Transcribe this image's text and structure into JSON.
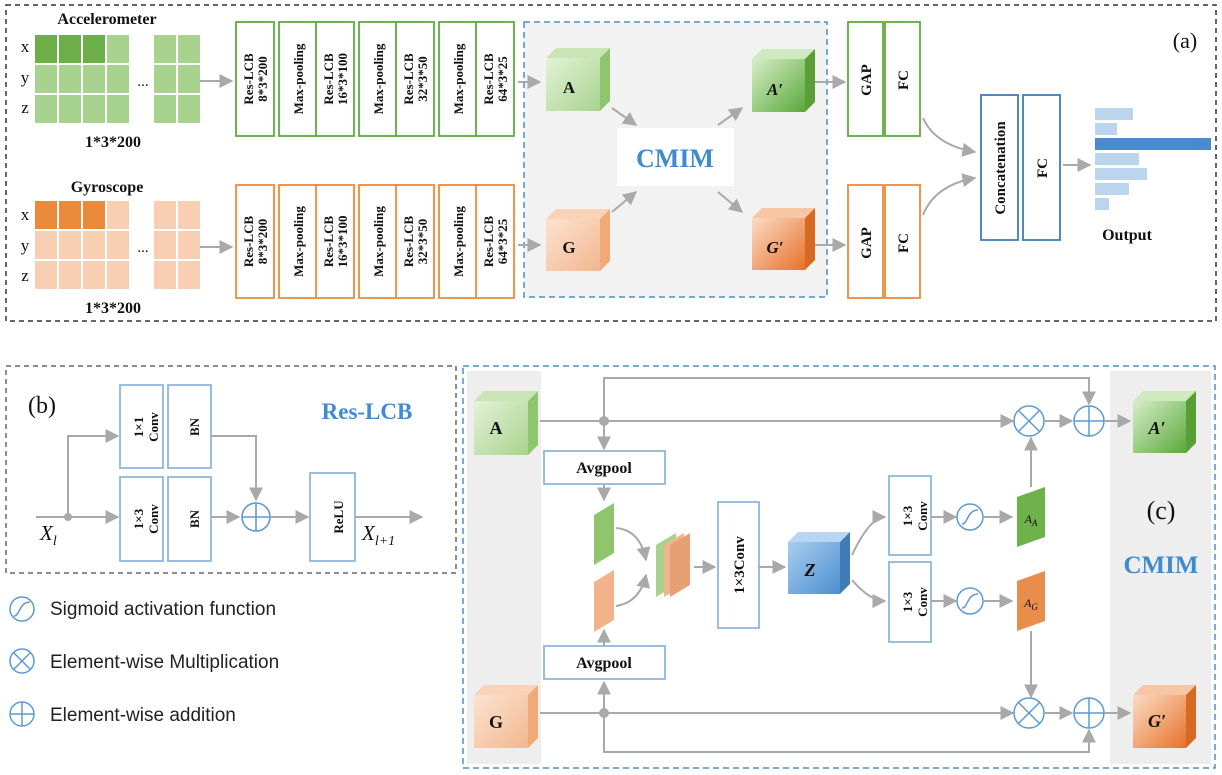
{
  "panel_a": {
    "label": "(a)",
    "acc_title": "Accelerometer",
    "gyro_title": "Gyroscope",
    "axes": [
      "x",
      "y",
      "z"
    ],
    "ellipsis": "...",
    "input_shape": "1*3*200",
    "acc_blocks": [
      "Res-LCB 8*3*200",
      "Max-pooling",
      "Res-LCB 16*3*100",
      "Max-pooling",
      "Res-LCB 32*3*50",
      "Max-pooling",
      "Res-LCB 64*3*25"
    ],
    "gyro_blocks": [
      "Res-LCB 8*3*200",
      "Max-pooling",
      "Res-LCB 16*3*100",
      "Max-pooling",
      "Res-LCB 32*3*50",
      "Max-pooling",
      "Res-LCB 64*3*25"
    ],
    "cmim_label": "CMIM",
    "cube_a": "A",
    "cube_g": "G",
    "cube_a_prime": "A′",
    "cube_g_prime": "G′",
    "gap": "GAP",
    "fc": "FC",
    "concat": "Concatenation",
    "output": "Output"
  },
  "panel_b": {
    "label": "(b)",
    "title": "Res-LCB",
    "conv1": "1×1 Conv",
    "conv3": "1×3 Conv",
    "bn": "BN",
    "relu": "ReLU",
    "x_in": "X",
    "x_in_sub": "l",
    "x_out": "X",
    "x_out_sub": "l+1"
  },
  "legend": {
    "sigmoid": "Sigmoid activation function",
    "mult": "Element-wise Multiplication",
    "add": "Element-wise addition"
  },
  "panel_c": {
    "label": "(c)",
    "title": "CMIM",
    "cube_a": "A",
    "cube_g": "G",
    "cube_z": "Z",
    "cube_a_prime": "A′",
    "cube_g_prime": "G′",
    "avgpool": "Avgpool",
    "conv13": "1×3Conv",
    "conv13_small": "1×3 Conv",
    "a_a": "A",
    "a_a_sub": "A",
    "a_g": "A",
    "a_g_sub": "G"
  },
  "colors": {
    "green": "#5faa3e",
    "orange": "#ec8a3b",
    "blue": "#3f8ad0",
    "arrow": "#a9a9a9"
  }
}
